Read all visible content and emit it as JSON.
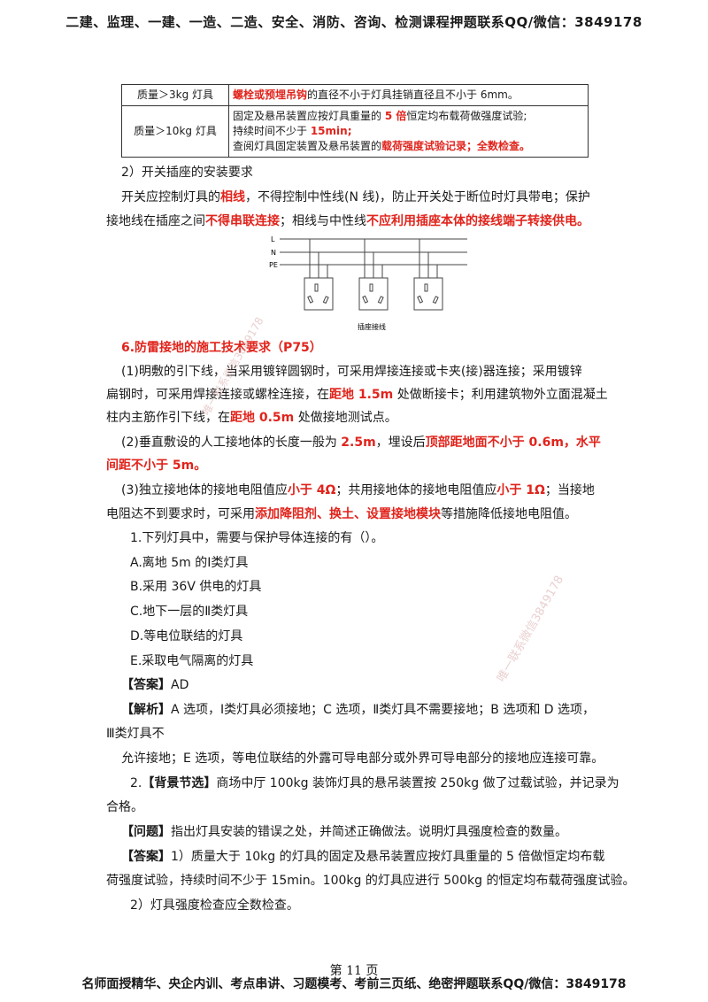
{
  "header": "二建、监理、一建、一造、二造、安全、消防、咨询、检测课程押题联系QQ/微信：3849178",
  "table": {
    "row1": {
      "label": "质量＞3kg 灯具",
      "red": "螺栓或预埋吊钩",
      "rest": "的直径不小于灯具挂销直径且不小于 6mm。"
    },
    "row2": {
      "label": "质量＞10kg 灯具",
      "l1a": "固定及悬吊装置应按灯具重量的 ",
      "l1b": "5 倍",
      "l1c": "恒定均布载荷做强度试验;",
      "l2a": "持续时间不少于 ",
      "l2b": "15min;",
      "l3a": "查阅灯具固定装置及悬吊装置的",
      "l3b": "载荷强度试验记录；全数检查。"
    }
  },
  "switch": {
    "title": "2）开关插座的安装要求",
    "p1a": "开关应控制灯具的",
    "p1b": "相线",
    "p1c": "，不得控制中性线(N 线)，防止开关处于断位时灯具带电；保护",
    "p2a": "接地线在插座之间",
    "p2b": "不得串联连接",
    "p2c": "；相线与中性线",
    "p2d": "不应利用插座本体的接线端子转接供电。"
  },
  "diagram": {
    "L": "L",
    "N": "N",
    "PE": "PE",
    "caption": "插座接线"
  },
  "lightning": {
    "title": "6.防雷接地的施工技术要求（P75）",
    "p1l1": "(1)明敷的引下线，当采用镀锌圆钢时，可采用焊接连接或卡夹(接)器连接；采用镀锌",
    "p1l2a": "扁钢时，可采用焊接连接或螺栓连接，在",
    "p1l2b": "距地 1.5m",
    "p1l2c": " 处做断接卡；利用建筑物外立面混凝土",
    "p1l3a": "柱内主筋作引下线，在",
    "p1l3b": "距地 0.5m",
    "p1l3c": " 处做接地测试点。",
    "p2l1a": "(2)垂直敷设的人工接地体的长度一般为 ",
    "p2l1b": "2.5m",
    "p2l1c": "，埋设后",
    "p2l1d": "顶部距地面不小于 0.6m，水平",
    "p2l2": "间距不小于 5m。",
    "p3l1a": "(3)独立接地体的接地电阻值应",
    "p3l1b": "小于 4Ω",
    "p3l1c": "；共用接地体的接地电阻值应",
    "p3l1d": "小于 1Ω",
    "p3l1e": "；当接地",
    "p3l2a": "电阻达不到要求时，可采用",
    "p3l2b": "添加降阻剂、换土、设置接地模块",
    "p3l2c": "等措施降低接地电阻值。"
  },
  "q1": {
    "stem": "1.下列灯具中，需要与保护导体连接的有（）。",
    "A": "A.离地 5m 的Ⅰ类灯具",
    "B": "B.采用 36V 供电的灯具",
    "C": "C.地下一层的Ⅱ类灯具",
    "D": "D.等电位联结的灯具",
    "E": "E.采取电气隔离的灯具",
    "answer_tag": "【答案】",
    "answer": "AD",
    "analysis_tag": "【解析】",
    "analysis1": "A 选项，Ⅰ类灯具必须接地；C 选项，Ⅱ类灯具不需要接地；B 选项和 D 选项，",
    "analysis2": "Ⅲ类灯具不",
    "analysis3": "允许接地；E 选项，等电位联结的外露可导电部分或外界可导电部分的接地应连接可靠。"
  },
  "q2": {
    "l1a": "2.",
    "l1b": "【背景节选】",
    "l1c": "商场中厅 100kg 装饰灯具的悬吊装置按 250kg 做了过载试验，并记录为",
    "l2": "合格。",
    "q_tag": "【问题】",
    "question": "指出灯具安装的错误之处，并简述正确做法。说明灯具强度检查的数量。",
    "a_tag": "【答案】",
    "a1": "1）质量大于 10kg 的灯具的固定及悬吊装置应按灯具重量的 5 倍做恒定均布载",
    "a2": "荷强度试验，持续时间不少于 15min。100kg 的灯具应进行 500kg 的恒定均布载荷强度试验。",
    "a3": "2）灯具强度检查应全数检查。"
  },
  "page_num": "第 11 页",
  "footer": "名师面授精华、央企内训、考点串讲、习题模考、考前三页纸、绝密押题联系QQ/微信：3849178",
  "watermark1": "唯一联系微信3849178",
  "watermark2": "唯一联系微信3849178"
}
